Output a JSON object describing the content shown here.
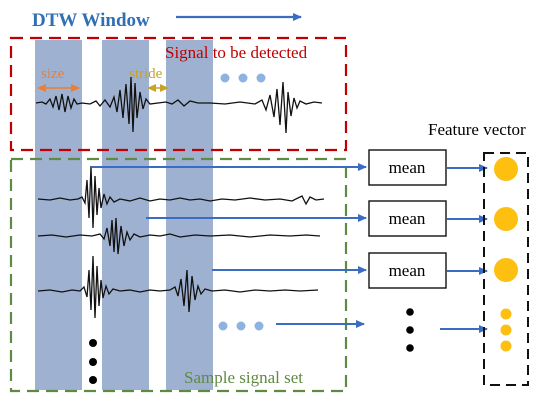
{
  "title": "DTW Window",
  "labels": {
    "signal_to_detect": "Signal to be detected",
    "size": "size",
    "stride": "stride",
    "feature_vector": "Feature vector",
    "sample_set": "Sample signal set"
  },
  "mean_boxes": [
    "mean",
    "mean",
    "mean"
  ],
  "colors": {
    "window_fill": "#8ea3c8",
    "title_blue": "#2f6fb5",
    "arrow_blue": "#3b6cc4",
    "red_dash": "#c00000",
    "green_dash": "#5f8a43",
    "size_orange": "#ed7d31",
    "stride_gold": "#c9a227",
    "dot_blue": "#8fb3e0",
    "feature_yellow": "#fdbf10"
  }
}
